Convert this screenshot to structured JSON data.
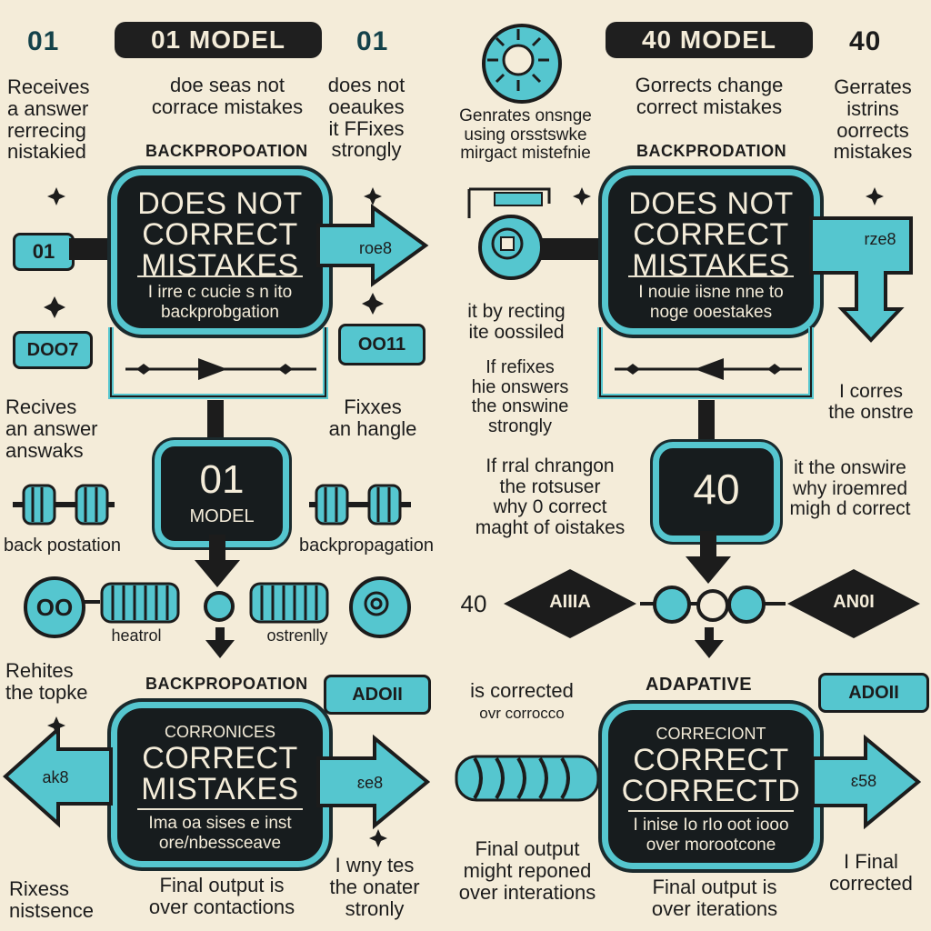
{
  "header": {
    "left_o1_a": "01",
    "left_pill": "01 MODEL",
    "left_o1_b": "01",
    "right_pill": "40 MODEL",
    "right_4o": "40"
  },
  "left": {
    "note_receives": "Receives\na answer\nrerrecing\nnistakied",
    "note_doesnot_top": "doe seas not\ncorrace mistakes",
    "note_doesnot_right": "does not\noeaukes\nit FFixes\nstrongly",
    "hdr_backprop_top": "BACKPROPOATION",
    "box1_head": "DOES NOT\nCORRECT\nMISTAKES",
    "box1_sub": "I irre c cucie s n ito\nbackprobgation",
    "side_label": "01",
    "arrow_label": "roe8",
    "tag_left": "DOO7",
    "tag_right": "OO11",
    "note_recives2": "Recives\nan answer\nanswaks",
    "note_fixxes": "Fixxes\nan hangle",
    "model_box_num": "01",
    "model_box_label": "MODEL",
    "note_backpos": "back postation",
    "note_backprop2": "backpropagation",
    "circle_left": "OO",
    "note_heatrol": "heatrol",
    "note_ostronly": "ostrenlly",
    "note_rehites": "Rehites\nthe topke",
    "hdr_backprop_bottom": "BACKPROPOATION",
    "tag_adoii": "ADOII",
    "box2_head_small": "CORRONICES",
    "box2_head": "CORRECT\nMISTAKES",
    "box2_sub": "Ima oa sises e inst\nore/nbessceave",
    "arrow2_left": "ak8",
    "arrow2_right": "ɛe8",
    "note_rixess": "Rixess\nnistsence",
    "note_final": "Final output is\nover contactions",
    "note_ivinytes": "I wny tes\nthe onater\nstronly"
  },
  "right": {
    "note_gorrects": "Gorrects change\ncorrect mistakes",
    "note_gerrates": "Gerrates\nistrins\noorrects\nmistakes",
    "note_generates_small": "Genrates onsnge\nusing orsstswke\nmirgact mistefnie",
    "hdr_backprop": "BACKPRODATION",
    "box1_head": "DOES NOT\nCORRECT\nMISTAKES",
    "box1_sub": "I nouie iisne nne to\nnoge ooestakes",
    "arrow_label": "rze8",
    "note_itreeting": "it by recting\nite oossiled",
    "note_ifrefixes": "If refixes\nhie onswers\nthe onswine\nstrongly",
    "note_icorrects": "I corres\nthe onstre",
    "note_final_change": "If rral chrangon\nthe rotsuser\nwhy 0 correct\nmaght of oistakes",
    "model_box_num": "40",
    "note_itonswire": "it the onswire\nwhy iroemred\nmigh d correct",
    "label_4o": "40",
    "diamond_left": "AIIIA",
    "diamond_right": "AN0I",
    "note_corrected": "is corrected",
    "note_corrected_small": "ovr corrocco",
    "hdr_adaptive": "ADAPATIVE",
    "tag_adoii": "ADOII",
    "box2_head_small": "CORRECIONT",
    "box2_head": "CORRECT\nCORRECTD",
    "box2_sub": "I inise Io rIo oot iooo\nover morootcone",
    "arrow2_right": "ɛ58",
    "note_final_might": "Final output\nmight reponed\nover interations",
    "note_final_over": "Final output is\nover iterations",
    "note_ifinal": "I Final\ncorrected"
  },
  "colors": {
    "background": "#f4ecd9",
    "accent_teal": "#55c6cf",
    "dark": "#171c1e"
  }
}
